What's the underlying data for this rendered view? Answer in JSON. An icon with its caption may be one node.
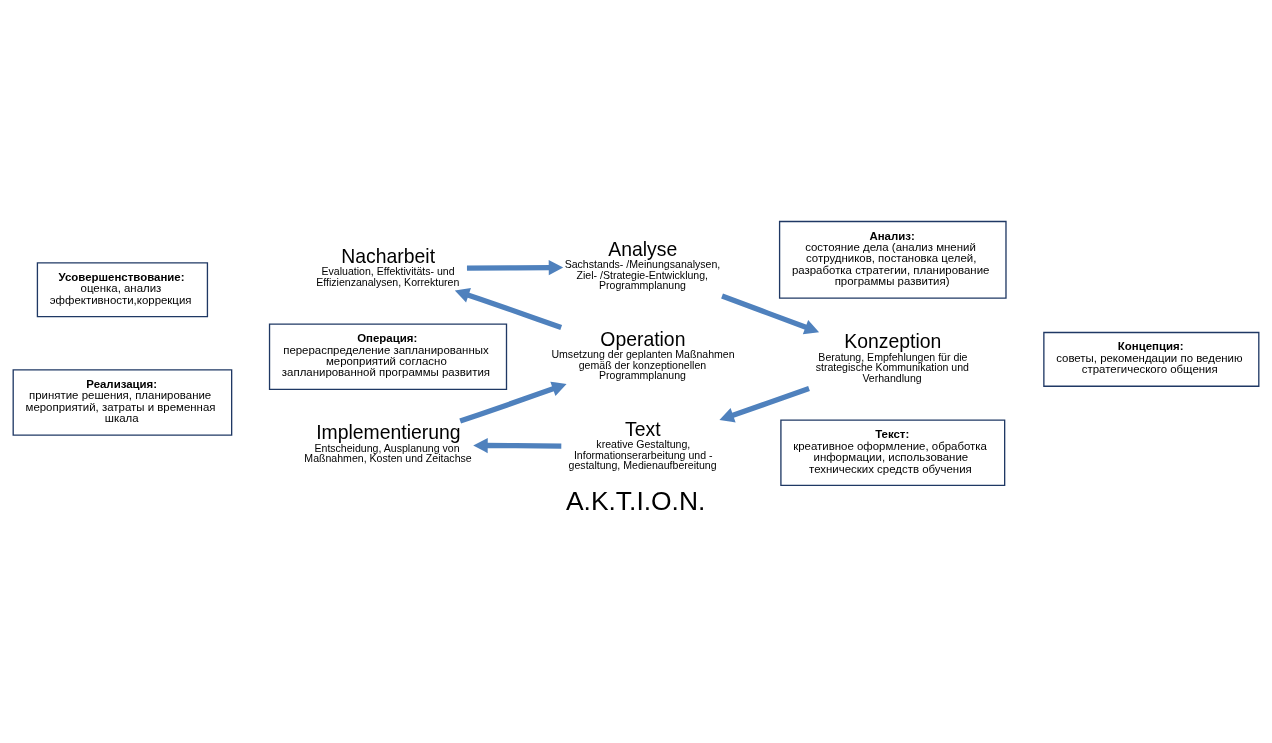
{
  "diagram": {
    "title": "A.K.T.I.O.N.",
    "nodes": [
      {
        "text": [
          "Nacharbeit",
          "Evaluation, Effektivitäts- und Effizienzanalysen, Korrekturen"
        ]
      },
      {
        "text": [
          "Analyse",
          "Sachstands- /Meinungsanalysen, Ziel- /Strategie-Entwicklung, Programmplanung"
        ]
      },
      {
        "text": [
          "Konzeption",
          "Beratung, Empfehlungen für die strategische Kommunikation und Verhandlung"
        ]
      },
      {
        "text": [
          "Text",
          "kreative Gestaltung, Informationserarbeitung und - gestaltung, Medienaufbereitung"
        ]
      },
      {
        "text": [
          "Implementierung",
          "Entscheidung, Ausplanung von Maßnahmen, Kosten und Zeitachse"
        ]
      },
      {
        "text": [
          "Operation",
          "Umsetzung der geplanten Maßnahmen gemäß der konzeptionellen Programmplanung"
        ]
      },
      {
        "text": [
          "Усовершенствование:",
          "оценка, анализ эффективности,коррекция"
        ]
      },
      {
        "text": [
          "Анализ:",
          "состояние дела (анализ мнений сотрудников, постановка целей, разработка стратегии, планирование программы развития)"
        ]
      },
      {
        "text": [
          "Операция:",
          "перераспределение запланированных мероприятий согласно запланированной программы развития"
        ]
      },
      {
        "text": [
          "Концепция:",
          "советы, рекомендации по ведению стратегического общения"
        ]
      },
      {
        "text": [
          "Реализация:",
          "принятие решения, планирование мероприятий, затраты и временная шкала"
        ]
      },
      {
        "text": [
          "Текст:",
          "креативное оформление, обработка информации, использование технических средств обучения"
        ]
      }
    ],
    "edges": [
      {
        "from": 0,
        "to": 1,
        "arrow": "to"
      },
      {
        "from": 1,
        "to": 2,
        "arrow": "to"
      },
      {
        "from": 2,
        "to": 3,
        "arrow": "to"
      },
      {
        "from": 3,
        "to": 4,
        "arrow": "to"
      },
      {
        "from": 4,
        "to": 5,
        "arrow": "to"
      },
      {
        "from": 5,
        "to": 0,
        "arrow": "to"
      }
    ]
  }
}
